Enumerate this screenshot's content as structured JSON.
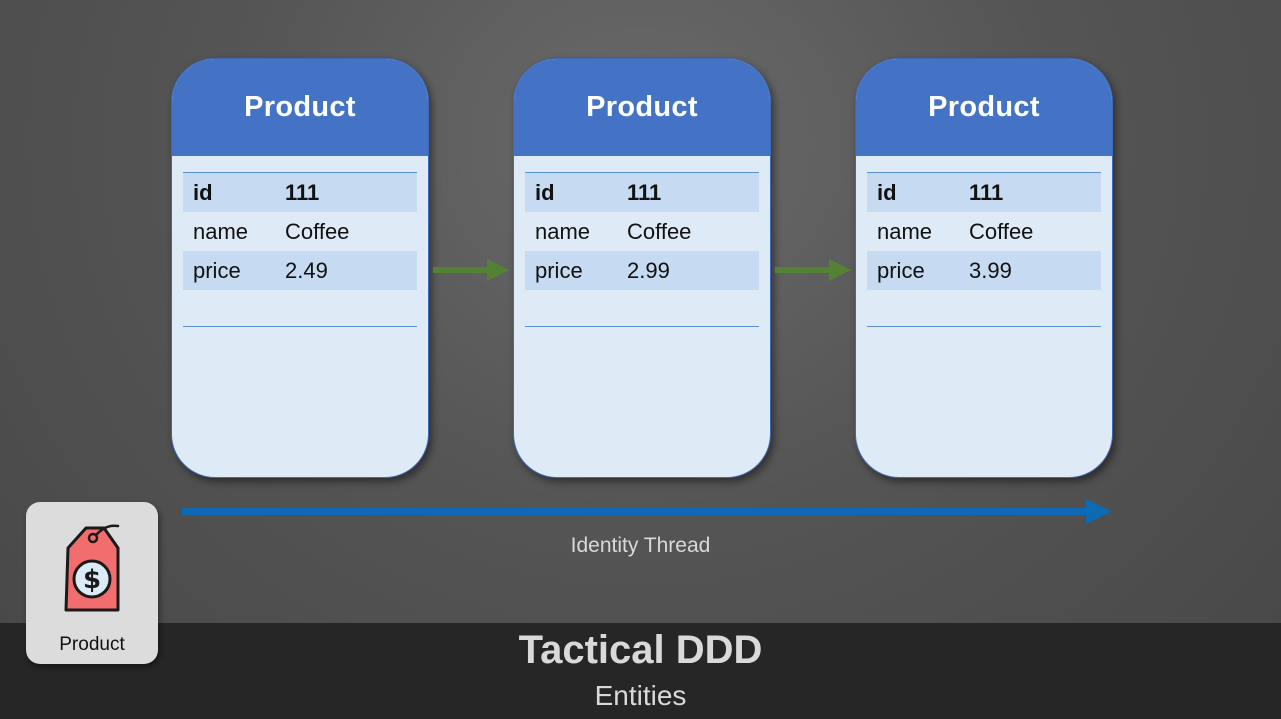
{
  "cards": [
    {
      "title": "Product",
      "rows": [
        {
          "key": "id",
          "value": "111"
        },
        {
          "key": "name",
          "value": "Coffee"
        },
        {
          "key": "price",
          "value": "2.49"
        }
      ]
    },
    {
      "title": "Product",
      "rows": [
        {
          "key": "id",
          "value": "111"
        },
        {
          "key": "name",
          "value": "Coffee"
        },
        {
          "key": "price",
          "value": "2.99"
        }
      ]
    },
    {
      "title": "Product",
      "rows": [
        {
          "key": "id",
          "value": "111"
        },
        {
          "key": "name",
          "value": "Coffee"
        },
        {
          "key": "price",
          "value": "3.99"
        }
      ]
    }
  ],
  "thread_label": "Identity Thread",
  "tile": {
    "label": "Product",
    "icon": "price-tag-icon"
  },
  "footer": {
    "title": "Tactical DDD",
    "subtitle": "Entities"
  },
  "colors": {
    "card_header": "#4472c4",
    "card_body": "#deeaf6",
    "row_shade": "#c6dbf2",
    "step_arrow": "#548235",
    "thread_arrow": "#0e6ab4",
    "tag_fill": "#f26d6d"
  }
}
